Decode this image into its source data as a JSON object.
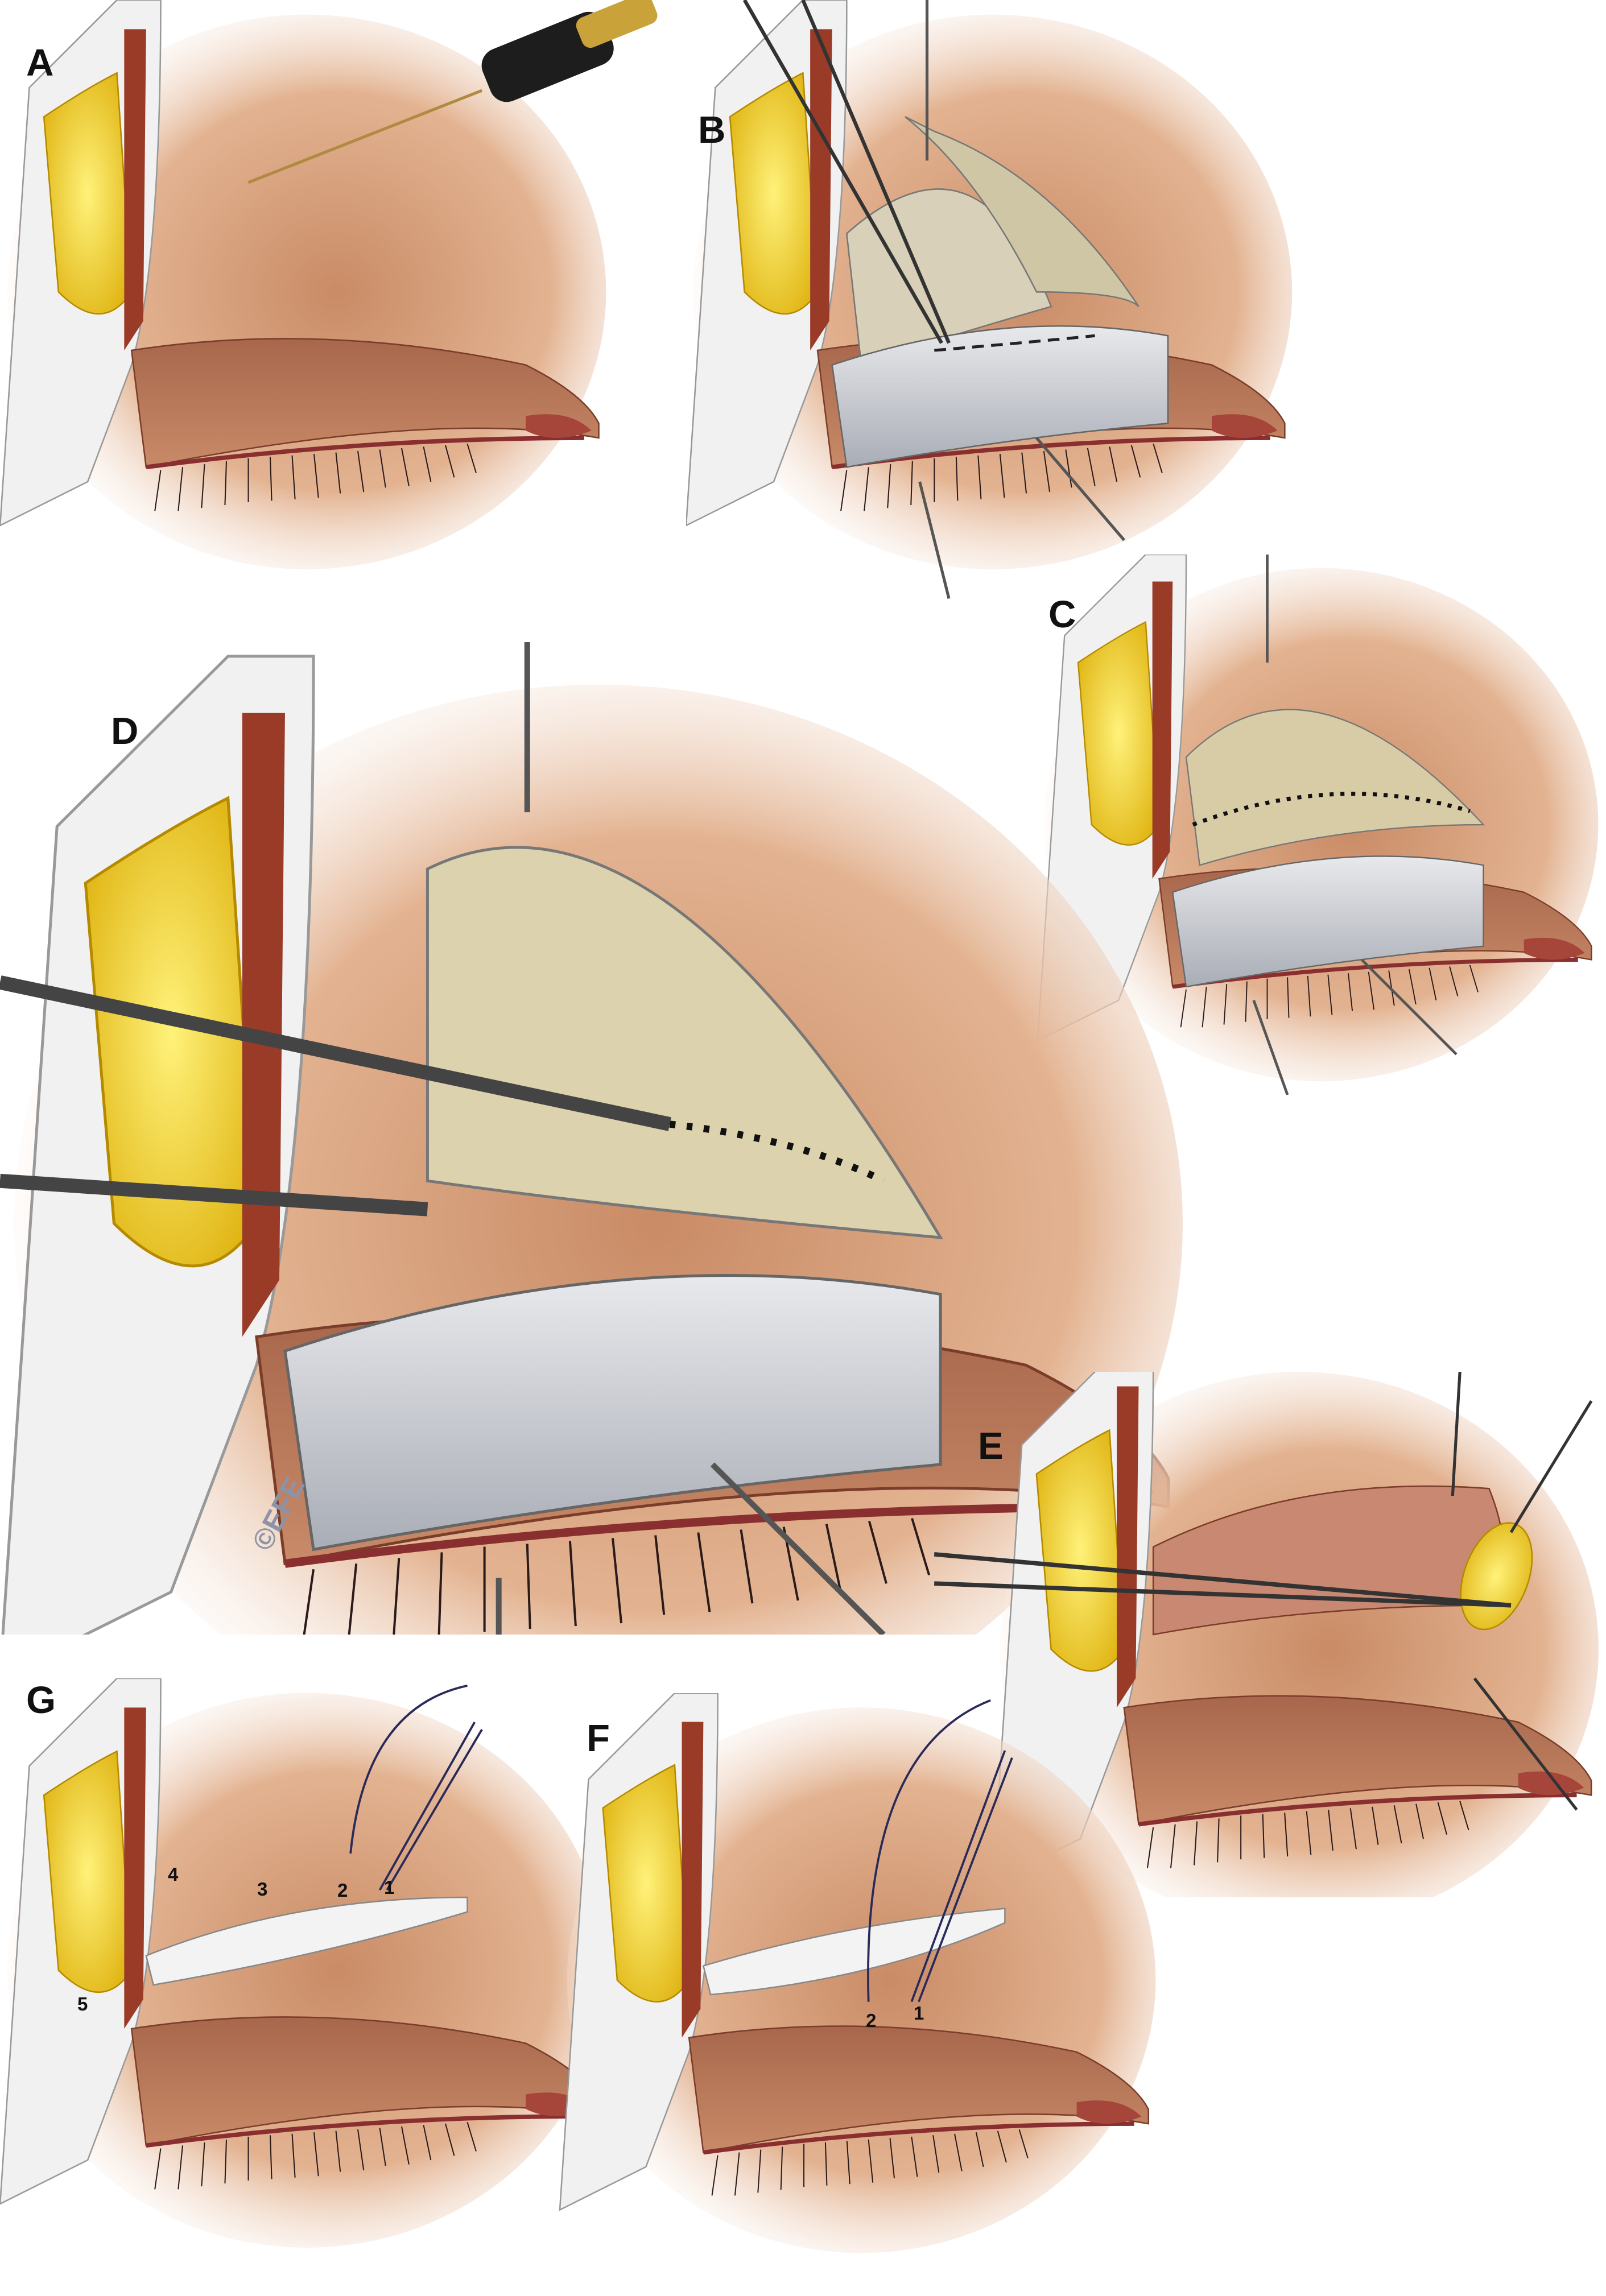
{
  "panels": [
    {
      "id": "A",
      "label": "A"
    },
    {
      "id": "B",
      "label": "B"
    },
    {
      "id": "C",
      "label": "C"
    },
    {
      "id": "D",
      "label": "D"
    },
    {
      "id": "E",
      "label": "E"
    },
    {
      "id": "F",
      "label": "F",
      "numbers": [
        "2",
        "1"
      ]
    },
    {
      "id": "G",
      "label": "G",
      "numbers": [
        "1",
        "2",
        "3",
        "4",
        "5"
      ]
    }
  ],
  "signature": "©EFE",
  "colors": {
    "skin": "#d9a07a",
    "skin_light": "#f3d9c2",
    "fat": "#f2d22e",
    "muscle": "#a0452f",
    "septum": "#c9ccd3",
    "lid": "#b9775a"
  }
}
